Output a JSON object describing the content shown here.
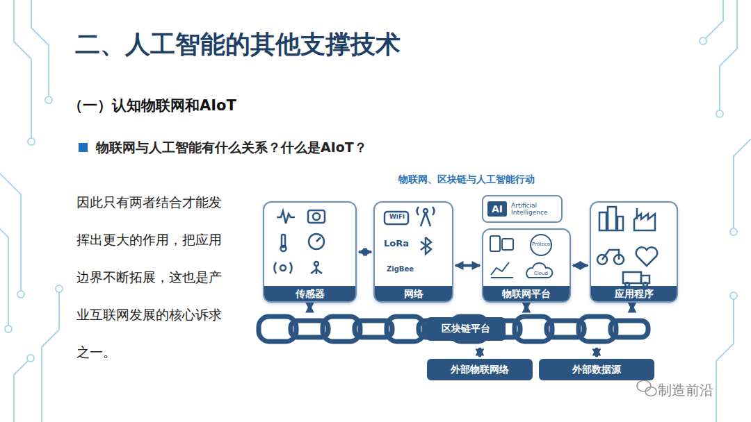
{
  "diagram": {
    "title": "二、人工智能的其他支撑技术",
    "nodes": [
      {
        "text": [
          "传感器"
        ]
      },
      {
        "text": [
          "网络"
        ]
      },
      {
        "text": [
          "AI",
          "Artificial Intelligence"
        ]
      },
      {
        "text": [
          "物联网平台"
        ]
      },
      {
        "text": [
          "应用程序"
        ]
      },
      {
        "text": [
          "区块链平台"
        ]
      },
      {
        "text": [
          "外部物联网络"
        ]
      },
      {
        "text": [
          "外部数据源"
        ]
      }
    ],
    "edges": [
      {
        "from": 0,
        "to": 1,
        "arrow": "both"
      },
      {
        "from": 1,
        "to": 3,
        "arrow": "both"
      },
      {
        "from": 3,
        "to": 4,
        "arrow": "both"
      },
      {
        "from": 0,
        "to": 5,
        "arrow": "both"
      },
      {
        "from": 3,
        "to": 5,
        "arrow": "both"
      },
      {
        "from": 4,
        "to": 5,
        "arrow": "both"
      },
      {
        "from": 5,
        "to": 6,
        "arrow": "both"
      },
      {
        "from": 5,
        "to": 7,
        "arrow": "both"
      }
    ],
    "labels": [
      "物联网、区块链与人工智能行动",
      "（一）认知物联网和AIoT",
      "物联网与人工智能有什么关系？什么是AIoT？",
      "因此只有两者结合才能发挥出更大的作用，把应用边界不断拓展，这也是产业互联网发展的核心诉求之一。",
      "WiFi",
      "LoRa",
      "ZigBee",
      "Protocol",
      "Cloud",
      "制造前沿"
    ]
  }
}
